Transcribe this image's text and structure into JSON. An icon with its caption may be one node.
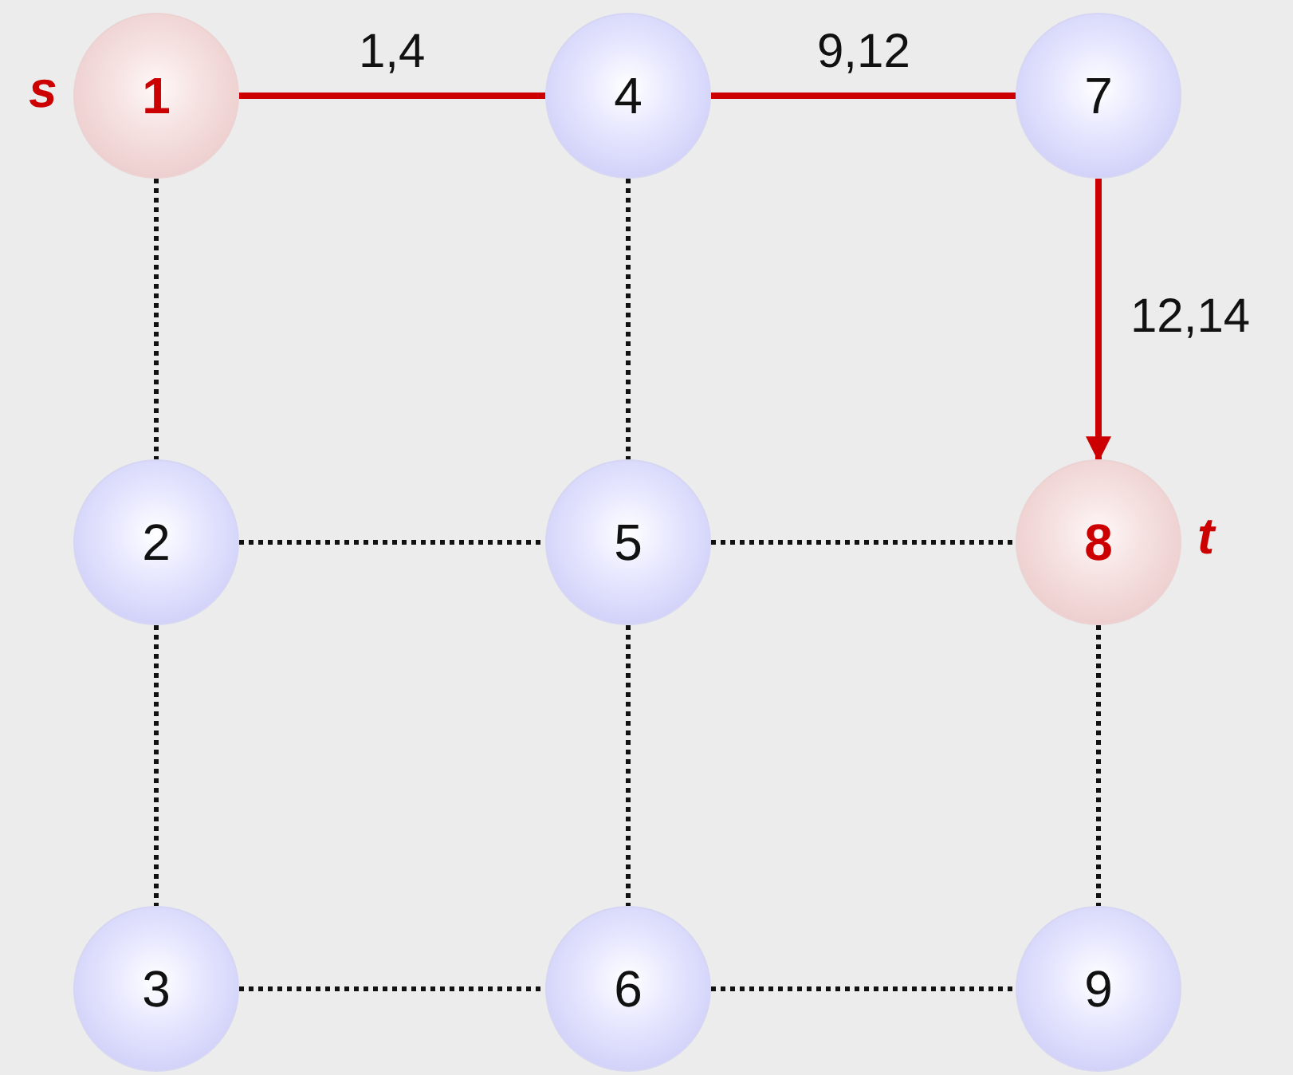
{
  "diagram": {
    "nodes": [
      {
        "text": [
          "1"
        ],
        "beside": [
          "s"
        ]
      },
      {
        "text": [
          "4"
        ]
      },
      {
        "text": [
          "7"
        ]
      },
      {
        "text": [
          "2"
        ]
      },
      {
        "text": [
          "5"
        ]
      },
      {
        "text": [
          "8"
        ],
        "beside": [
          "t"
        ]
      },
      {
        "text": [
          "3"
        ]
      },
      {
        "text": [
          "6"
        ]
      },
      {
        "text": [
          "9"
        ]
      }
    ],
    "edges": [
      {
        "from": 0,
        "to": 1,
        "arrow": "none",
        "label": "1,4",
        "color": "#cc0000"
      },
      {
        "from": 1,
        "to": 2,
        "arrow": "none",
        "label": "9,12",
        "color": "#cc0000"
      },
      {
        "from": 2,
        "to": 5,
        "arrow": "to",
        "label": "12,14",
        "color": "#cc0000"
      },
      {
        "from": 0,
        "to": 3,
        "arrow": "none",
        "style": "dashed"
      },
      {
        "from": 1,
        "to": 4,
        "arrow": "none",
        "style": "dashed"
      },
      {
        "from": 3,
        "to": 4,
        "arrow": "none",
        "style": "dashed"
      },
      {
        "from": 4,
        "to": 5,
        "arrow": "none",
        "style": "dashed"
      },
      {
        "from": 3,
        "to": 6,
        "arrow": "none",
        "style": "dashed"
      },
      {
        "from": 4,
        "to": 7,
        "arrow": "none",
        "style": "dashed"
      },
      {
        "from": 5,
        "to": 8,
        "arrow": "none",
        "style": "dashed"
      },
      {
        "from": 6,
        "to": 7,
        "arrow": "none",
        "style": "dashed"
      },
      {
        "from": 7,
        "to": 8,
        "arrow": "none",
        "style": "dashed"
      }
    ]
  }
}
